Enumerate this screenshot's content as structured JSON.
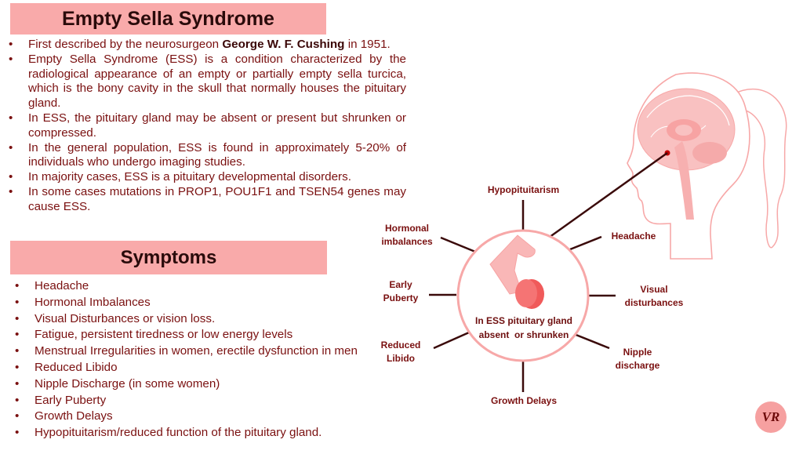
{
  "title": "Empty Sella Syndrome",
  "intro_bullets": [
    {
      "pre": "First described by the neurosurgeon ",
      "bold": "George W. F. Cushing",
      "post": " in 1951."
    },
    {
      "text": "Empty Sella Syndrome (ESS) is a condition characterized by the radiological appearance of an empty or partially empty sella turcica, which is the bony cavity in the skull that normally houses the pituitary gland."
    },
    {
      "text": "In ESS, the pituitary gland may be absent or present but shrunken or compressed."
    },
    {
      "text": "In the general population, ESS is found in approximately 5-20% of individuals who undergo imaging studies."
    },
    {
      "text": "In majority cases, ESS is a pituitary developmental disorders."
    },
    {
      "text": "In some cases mutations in PROP1, POU1F1 and TSEN54 genes may cause ESS."
    }
  ],
  "symptoms_heading": "Symptoms",
  "symptoms": [
    "Headache",
    "Hormonal Imbalances",
    "Visual Disturbances or vision loss.",
    "Fatigue, persistent tiredness or low energy levels",
    "Menstrual Irregularities in women, erectile dysfunction in men",
    "Reduced Libido",
    "Nipple Discharge (in some women)",
    "Early Puberty",
    "Growth Delays",
    "Hypopituitarism/reduced function of the pituitary gland."
  ],
  "diagram": {
    "center_line1": "In ESS pituitary gland",
    "center_line2": "absent  or shrunken",
    "labels": {
      "hypopituitarism": "Hypopituitarism",
      "hormonal_1": "Hormonal",
      "hormonal_2": "imbalances",
      "headache": "Headache",
      "early_1": "Early",
      "early_2": "Puberty",
      "visual_1": "Visual",
      "visual_2": "disturbances",
      "reduced_1": "Reduced",
      "reduced_2": "Libido",
      "nipple_1": "Nipple",
      "nipple_2": "discharge",
      "growth": "Growth Delays"
    }
  },
  "logo_text": "VR",
  "colors": {
    "banner": "#f9aaaa",
    "text": "#7a1010",
    "diagram_pink": "#f7a8a8"
  }
}
